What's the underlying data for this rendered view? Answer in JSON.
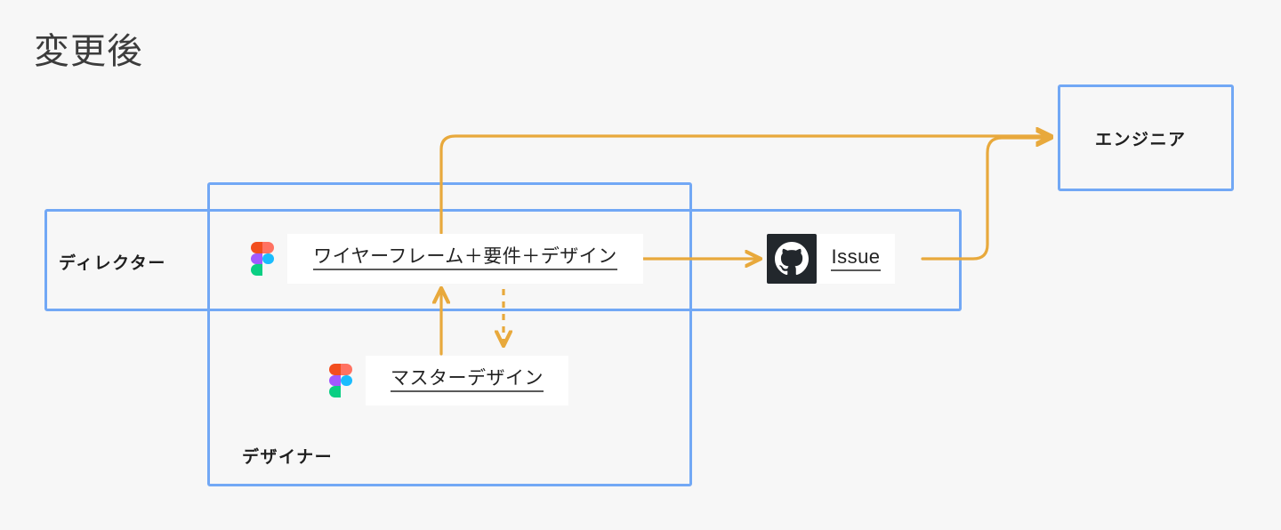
{
  "page": {
    "title": "変更後",
    "background_color": "#f7f7f7"
  },
  "colors": {
    "group_border": "#72a8f5",
    "connector": "#e8a93c",
    "card_background": "#ffffff",
    "github_tile": "#22272c",
    "text": "#222222"
  },
  "groups": [
    {
      "key": "engineer",
      "label": "エンジニア"
    },
    {
      "key": "director",
      "label": "ディレクター"
    },
    {
      "key": "designer",
      "label": "デザイナー"
    }
  ],
  "nodes": {
    "wireframe": {
      "label": "ワイヤーフレーム＋要件＋デザイン",
      "icon": "figma-icon"
    },
    "issue": {
      "label": "Issue",
      "icon": "github-icon"
    },
    "master": {
      "label": "マスターデザイン",
      "icon": "figma-icon"
    }
  },
  "connectors": [
    {
      "name": "wireframe-to-issue",
      "style": "solid",
      "arrow": "end"
    },
    {
      "name": "issue-to-engineer",
      "style": "solid",
      "arrow": "end"
    },
    {
      "name": "wireframe-to-engineer",
      "style": "solid",
      "arrow": "end"
    },
    {
      "name": "master-to-wireframe",
      "style": "solid",
      "arrow": "end"
    },
    {
      "name": "wireframe-to-master",
      "style": "dashed",
      "arrow": "end"
    }
  ]
}
